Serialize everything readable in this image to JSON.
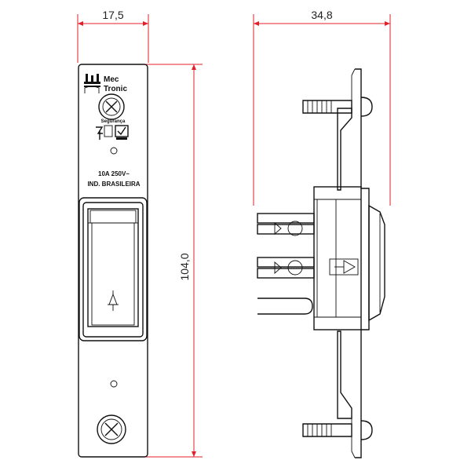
{
  "dimensions": {
    "width_front": "17,5",
    "width_side": "34,8",
    "height": "104,0"
  },
  "plate": {
    "brand_line1": "Mec",
    "brand_line2": "Tronic",
    "cert_label": "Segurança",
    "rating": "10A 250V~",
    "origin": "IND. BRASILEIRA"
  },
  "colors": {
    "dimension": "#e0202a",
    "outline": "#111111"
  }
}
